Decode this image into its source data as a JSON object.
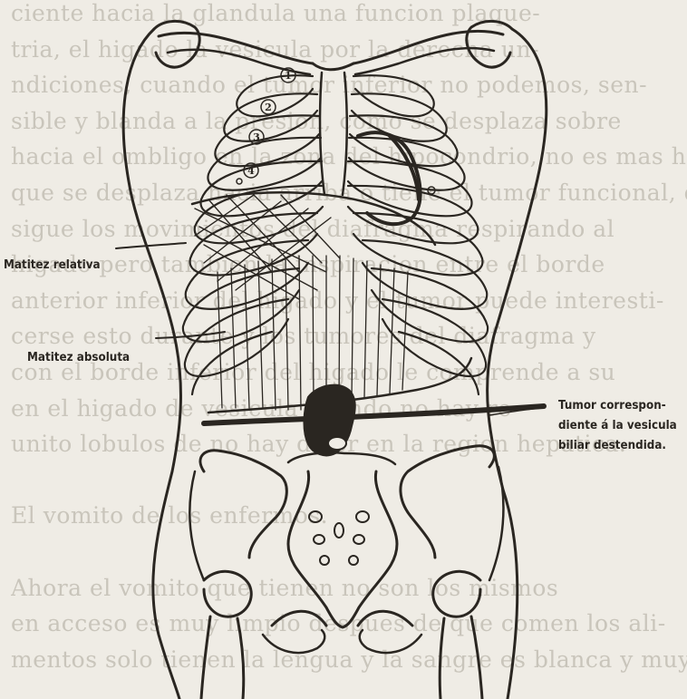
{
  "labels": {
    "matitez_relativa": "Matitez relativa",
    "matitez_absoluta": "Matitez absoluta",
    "tumor_line1": "Tumor correspon-",
    "tumor_line2": "diente á la vesicula",
    "tumor_line3": "biliar destendida."
  },
  "rib_numbers": [
    "1",
    "2",
    "3",
    "4"
  ],
  "background_text": [
    "ciente hacia la glandula una funcion plaque-",
    "tria, el higado la vesicula por la derecha un-",
    "ndiciones, cuando el tumor inferior no podemos, sen-",
    "sible y blanda a la presion, como se desplaza sobre",
    "hacia el ombligo en la zona del hipocondrio, no es mas ha-",
    "que se desplaza hacia arriba o tiene el tumor funcional, que",
    "sigue los movimientos del diafragma respirando al",
    "higado pero tambien la inspiracion entre el borde",
    "anterior inferior del higado y el tumor puede interesti-",
    "cerse esto durante y los tumores del diafragma y",
    "con el borde inferior del higado le comprende a su",
    "en el higado de vesicula cuando no hay re-",
    "unito lobulos de no hay dolor en la region hepatica.",
    "",
    "El vomito de los enfermos.",
    "",
    "Ahora el vomito que tienen no son los mismos",
    "en acceso es muy limpio despues de que comen los ali-",
    "mentos solo tienen la lengua y la sangre es blanca y muy"
  ],
  "colors": {
    "ink": "#2a2621",
    "paper": "#efece5",
    "faded_text": "#c9c5bb"
  }
}
